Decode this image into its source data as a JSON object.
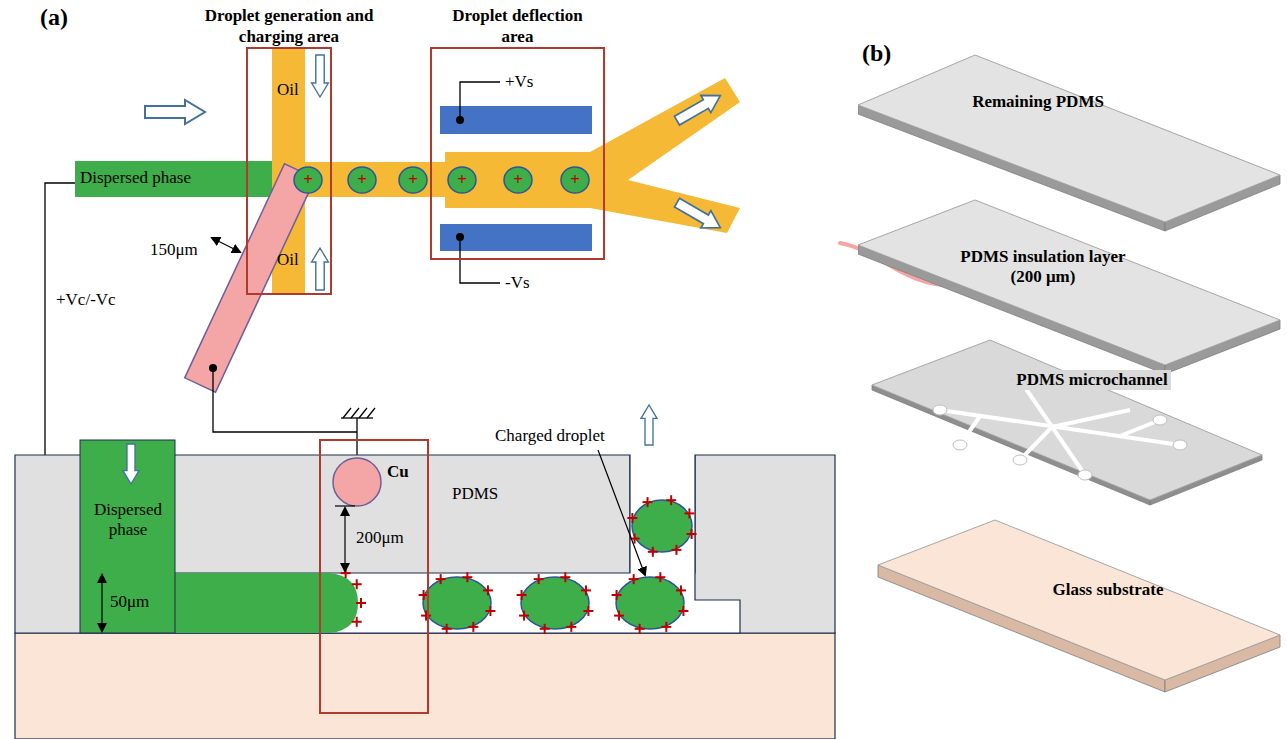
{
  "diagram": {
    "nodes": [
      {
        "text": [
          "Droplet generation and charging area"
        ]
      },
      {
        "text": [
          "Droplet deflection area"
        ]
      },
      {
        "text": [
          "Remaining PDMS"
        ]
      },
      {
        "text": [
          "PDMS insulation layer (200 μm)"
        ]
      },
      {
        "text": [
          "PDMS microchannel"
        ]
      },
      {
        "text": [
          "Glass substrate"
        ]
      }
    ],
    "labels": [
      "(a)",
      "Dispersed phase",
      "Oil",
      "Oil",
      "+",
      "+",
      "+",
      "+",
      "+",
      "+",
      "150μm",
      "+Vs",
      "-Vs",
      "+Vc/-Vc",
      "Cu",
      "PDMS",
      "200μm",
      "50μm",
      "Dispersed phase",
      "Charged droplet",
      "(b)",
      "Cu"
    ]
  }
}
